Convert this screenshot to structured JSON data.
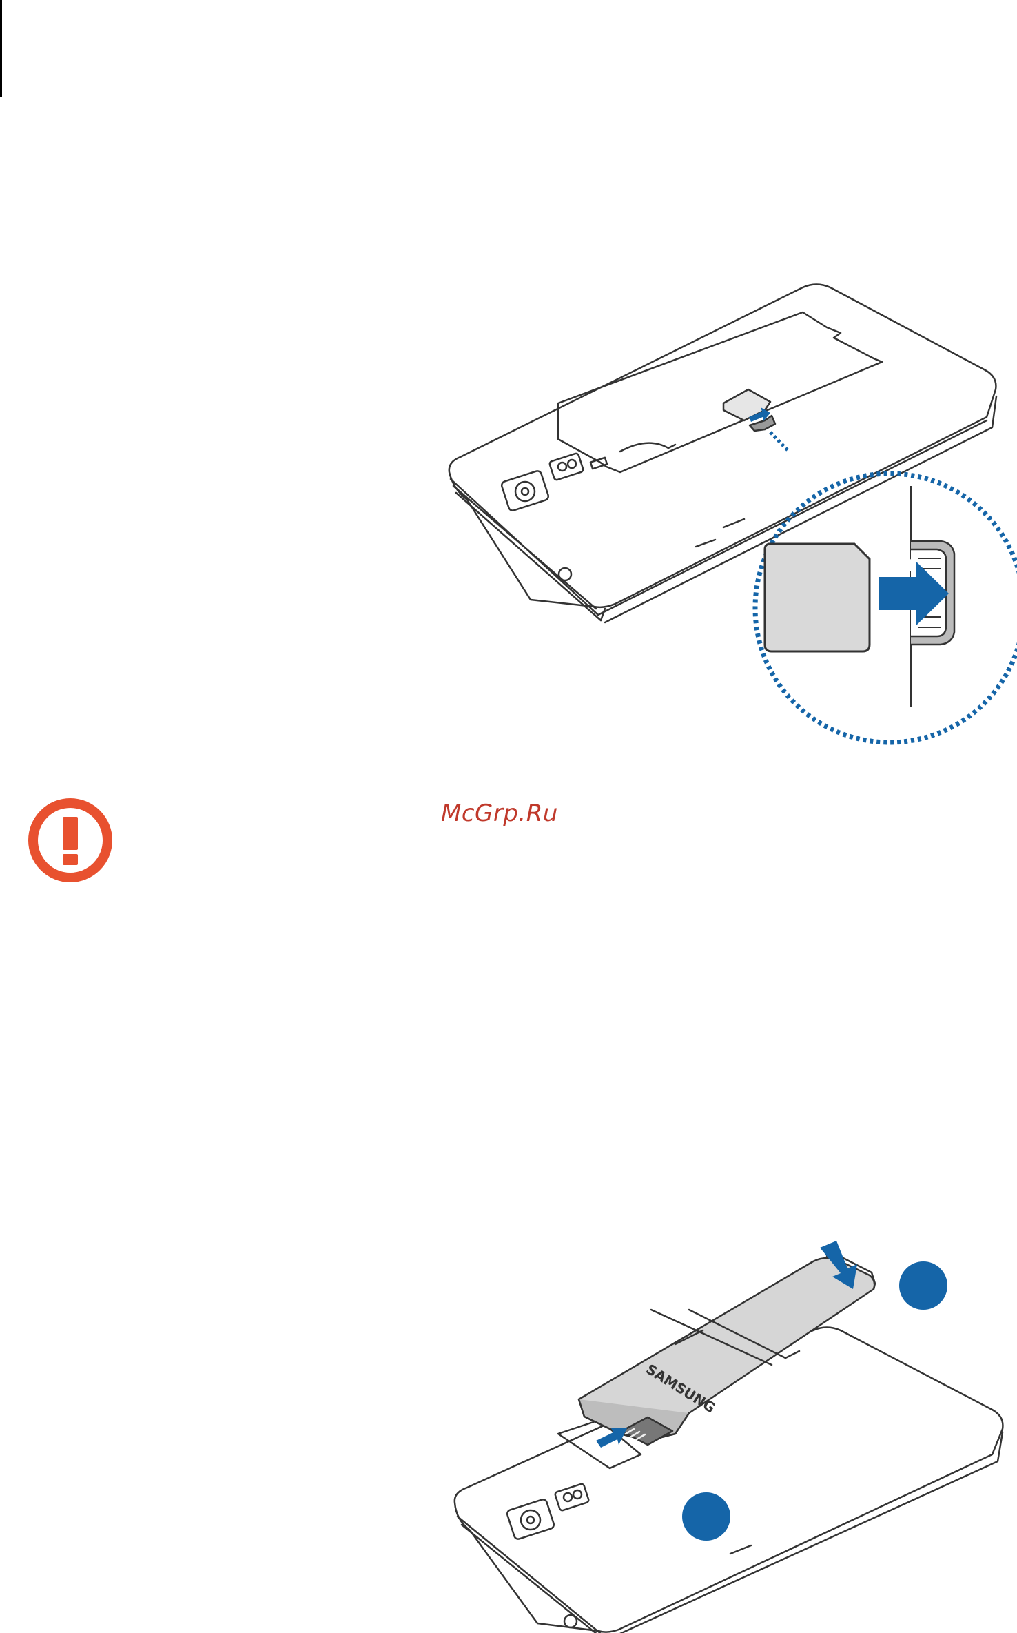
{
  "watermark": {
    "text": "McGrp.Ru"
  },
  "figures": [
    {
      "name": "sim-insertion-illustration",
      "icon": "phone-back-sim-slot"
    },
    {
      "name": "battery-insertion-illustration",
      "icon": "phone-back-battery",
      "brand_label": "SAMSUNG"
    }
  ],
  "warning": {
    "icon": "warning-icon"
  },
  "colors": {
    "accent_blue": "#1565a8",
    "warning_red": "#e8512f",
    "watermark_red": "#c0392b"
  }
}
